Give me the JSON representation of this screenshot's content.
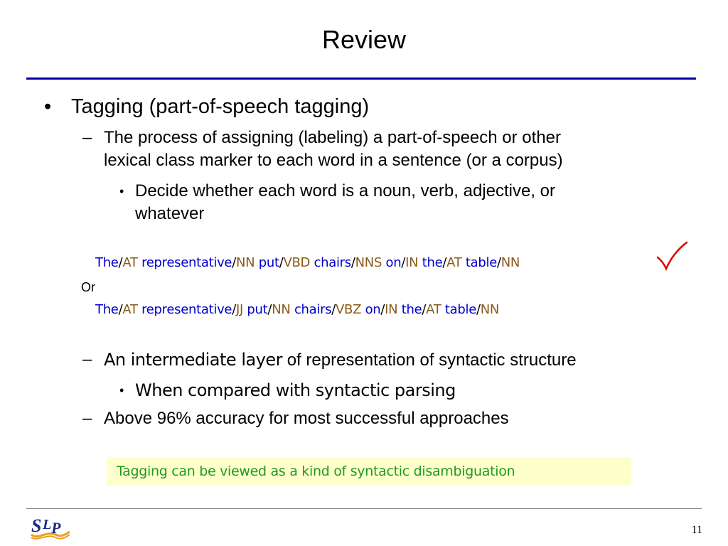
{
  "slide": {
    "title": "Review",
    "page_number": "11"
  },
  "content": {
    "bullet1": {
      "marker": "•",
      "text": "Tagging (part-of-speech tagging)"
    },
    "sub1": {
      "marker": "–",
      "line1": "The process of assigning (labeling) a part-of-speech or other",
      "line2": "lexical class marker to each word in a sentence (or a corpus)"
    },
    "subsub1": {
      "marker": "•",
      "line1": "Decide whether each word is a noun, verb, adjective, or",
      "line2": "whatever"
    },
    "tagged1": [
      {
        "word": "The",
        "tag": "AT"
      },
      {
        "word": "representative",
        "tag": "NN"
      },
      {
        "word": "put",
        "tag": "VBD"
      },
      {
        "word": "chairs",
        "tag": "NNS"
      },
      {
        "word": "on",
        "tag": "IN"
      },
      {
        "word": "the",
        "tag": "AT"
      },
      {
        "word": "table",
        "tag": "NN"
      }
    ],
    "or_label": "Or",
    "tagged2": [
      {
        "word": "The",
        "tag": "AT"
      },
      {
        "word": "representative",
        "tag": "JJ"
      },
      {
        "word": "put",
        "tag": "NN"
      },
      {
        "word": "chairs",
        "tag": "VBZ"
      },
      {
        "word": "on",
        "tag": "IN"
      },
      {
        "word": "the",
        "tag": "AT"
      },
      {
        "word": "table",
        "tag": "NN"
      }
    ],
    "sub2": {
      "marker": "–",
      "emphasis": "An intermediate layer",
      "rest": " of representation of syntactic structure"
    },
    "subsub2": {
      "marker": "•",
      "text": "When compared with syntactic parsing"
    },
    "sub3": {
      "marker": "–",
      "text": "Above 96% accuracy for most successful approaches"
    },
    "note": "Tagging can be viewed as a kind of syntactic disambiguation"
  },
  "colors": {
    "title_rule": "#0000a8",
    "word": "#0000cc",
    "tag": "#8b5a1a",
    "note_text": "#1f9a1f",
    "note_bg": "#ffffcc",
    "checkmark": "#e00000"
  },
  "icons": {
    "checkmark": "checkmark-icon",
    "logo": "slp-logo"
  }
}
